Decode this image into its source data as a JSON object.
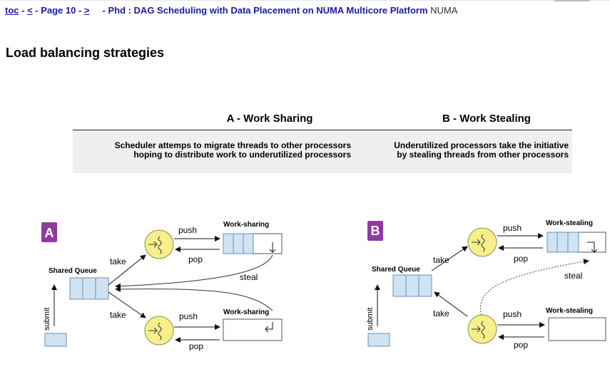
{
  "nav": {
    "toc": "toc",
    "dash1": " - ",
    "prev": "<",
    "page": " - Page 10 - ",
    "next": ">",
    "title": "- Phd : DAG Scheduling with Data Placement on NUMA Multicore Platform",
    "topic": "NUMA"
  },
  "heading": "Load balancing strategies",
  "comparison": {
    "a_title": "A - Work Sharing",
    "b_title": "B - Work Stealing",
    "a_line1": "Scheduler attemps to migrate threads to other processors",
    "a_line2": "hoping to distribute work to underutilized processors",
    "b_line1": "Underutilized processors take the initiative",
    "b_line2": "by stealing threads from other processors"
  },
  "figure_a": {
    "badge": "A",
    "shared_queue": "Shared Queue",
    "take_top": "take",
    "take_bottom": "take",
    "push_top": "push",
    "pop_top": "pop",
    "push_bottom": "push",
    "pop_bottom": "pop",
    "queue_top": "Work-sharing",
    "queue_bottom": "Work-sharing",
    "steal": "steal",
    "submit": "submit"
  },
  "figure_b": {
    "badge": "B",
    "shared_queue": "Shared Queue",
    "take_top": "take",
    "take_bottom": "take",
    "push_top": "push",
    "pop_top": "pop",
    "push_bottom": "push",
    "pop_bottom": "pop",
    "queue_top": "Work-stealing",
    "queue_bottom": "Work-stealing",
    "steal": "steal",
    "submit": "submit"
  },
  "colors": {
    "link": "#1a1aa6",
    "badge": "#8e3ba0",
    "processor": "#f7f08a",
    "queue": "#cfe3f3",
    "panel": "#efefef"
  }
}
